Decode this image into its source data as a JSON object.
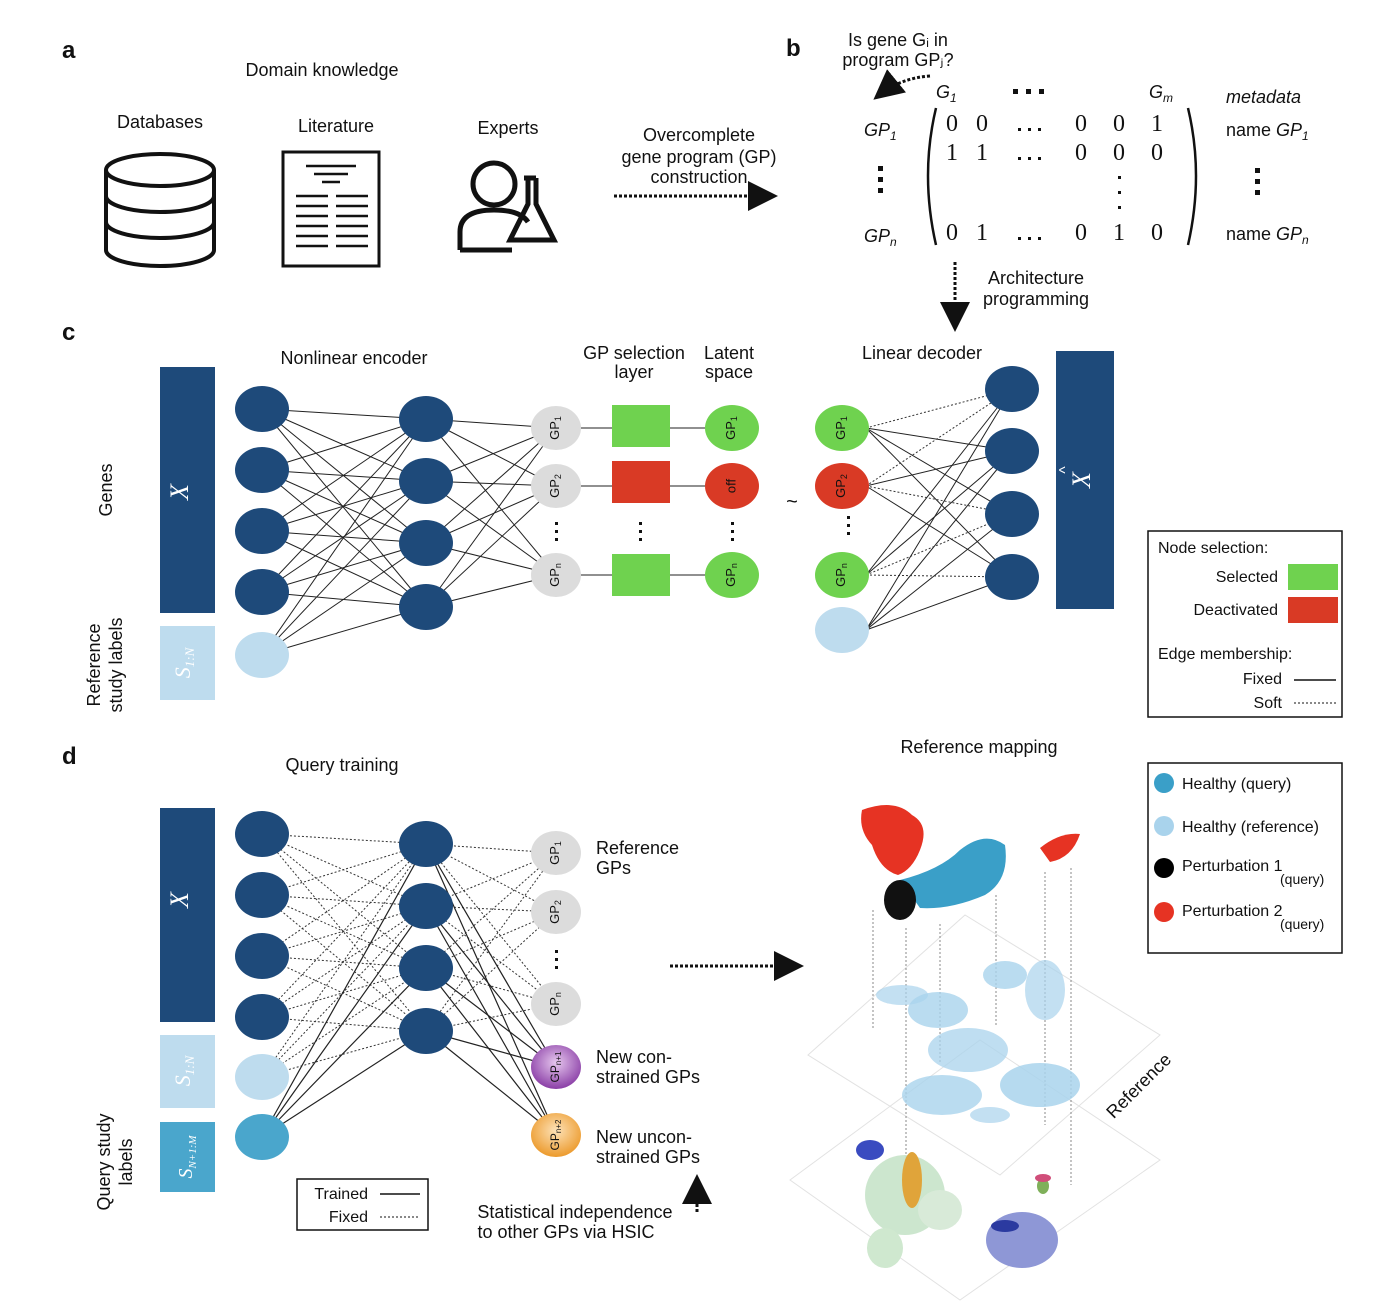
{
  "panels": {
    "a": "a",
    "b": "b",
    "c": "c",
    "d": "d"
  },
  "panel_a": {
    "title": "Domain knowledge",
    "sources": [
      "Databases",
      "Literature",
      "Experts"
    ],
    "arrow_label": [
      "Overcomplete",
      "gene program (GP)",
      "construction"
    ]
  },
  "panel_b": {
    "question": [
      "Is gene Gᵢ in",
      "program GPⱼ?"
    ],
    "col_first": "G",
    "col_first_sub": "1",
    "col_last": "G",
    "col_last_sub": "m",
    "metadata": "metadata",
    "row_first": "GP",
    "row_first_sub": "1",
    "row_last": "GP",
    "row_last_sub": "n",
    "row1": [
      "0",
      "0",
      "0",
      "0",
      "1"
    ],
    "row2": [
      "1",
      "1",
      "0",
      "0",
      "0"
    ],
    "rown": [
      "0",
      "1",
      "0",
      "1",
      "0"
    ],
    "name_prefix": "name",
    "arrow_label": [
      "Architecture",
      "programming"
    ]
  },
  "panel_c": {
    "encoder_title": "Nonlinear encoder",
    "gp_selection_title": [
      "GP selection",
      "layer"
    ],
    "latent_title": [
      "Latent",
      "space"
    ],
    "decoder_title": "Linear decoder",
    "genes_label": "Genes",
    "ref_labels": [
      "Reference",
      "study labels"
    ],
    "x_symbol": "X",
    "s_label": "S",
    "s_sub": "1:N",
    "gp_prefix": "GP",
    "gp_subs": [
      "1",
      "2",
      "n"
    ],
    "off_label": "off",
    "tilde": "~",
    "legend": {
      "node_title": "Node selection:",
      "selected": "Selected",
      "deactivated": "Deactivated",
      "edge_title": "Edge membership:",
      "fixed": "Fixed",
      "soft": "Soft"
    }
  },
  "panel_d": {
    "query_title": "Query training",
    "mapping_title": "Reference mapping",
    "query_labels": [
      "Query study",
      "labels"
    ],
    "x_symbol": "X",
    "s1_label": "S",
    "s1_sub": "1:N",
    "s2_label": "S",
    "s2_sub": "N+1:M",
    "gp_prefix": "GP",
    "gp_subs": [
      "1",
      "2",
      "n",
      "n+1",
      "n+2"
    ],
    "reference_gps": [
      "Reference",
      "GPs"
    ],
    "new_constrained": [
      "New con-",
      "strained GPs"
    ],
    "new_unconstrained": [
      "New uncon-",
      "strained GPs"
    ],
    "hsic": [
      "Statistical independence",
      "to other GPs via HSIC"
    ],
    "legend_edges": {
      "trained": "Trained",
      "fixed": "Fixed"
    },
    "reference_label": "Reference",
    "legend": [
      {
        "label": [
          "Healthy (query)"
        ],
        "color": "#3a9fc8"
      },
      {
        "label": [
          "Healthy (reference)"
        ],
        "color": "#a9d3ec"
      },
      {
        "label": [
          "Perturbation 1",
          "(query)"
        ],
        "color": "#000000"
      },
      {
        "label": [
          "Perturbation 2",
          "(query)"
        ],
        "color": "#e63323"
      }
    ]
  },
  "colors": {
    "node_dark": "#1e4a7a",
    "node_light": "#bedcee",
    "node_query": "#4aa6cc",
    "gp_gray": "#d9d9d9",
    "selected": "#6fd24f",
    "deactivated": "#d93a25",
    "gp_purple": "#9c4fb0",
    "gp_orange": "#eda33a"
  }
}
